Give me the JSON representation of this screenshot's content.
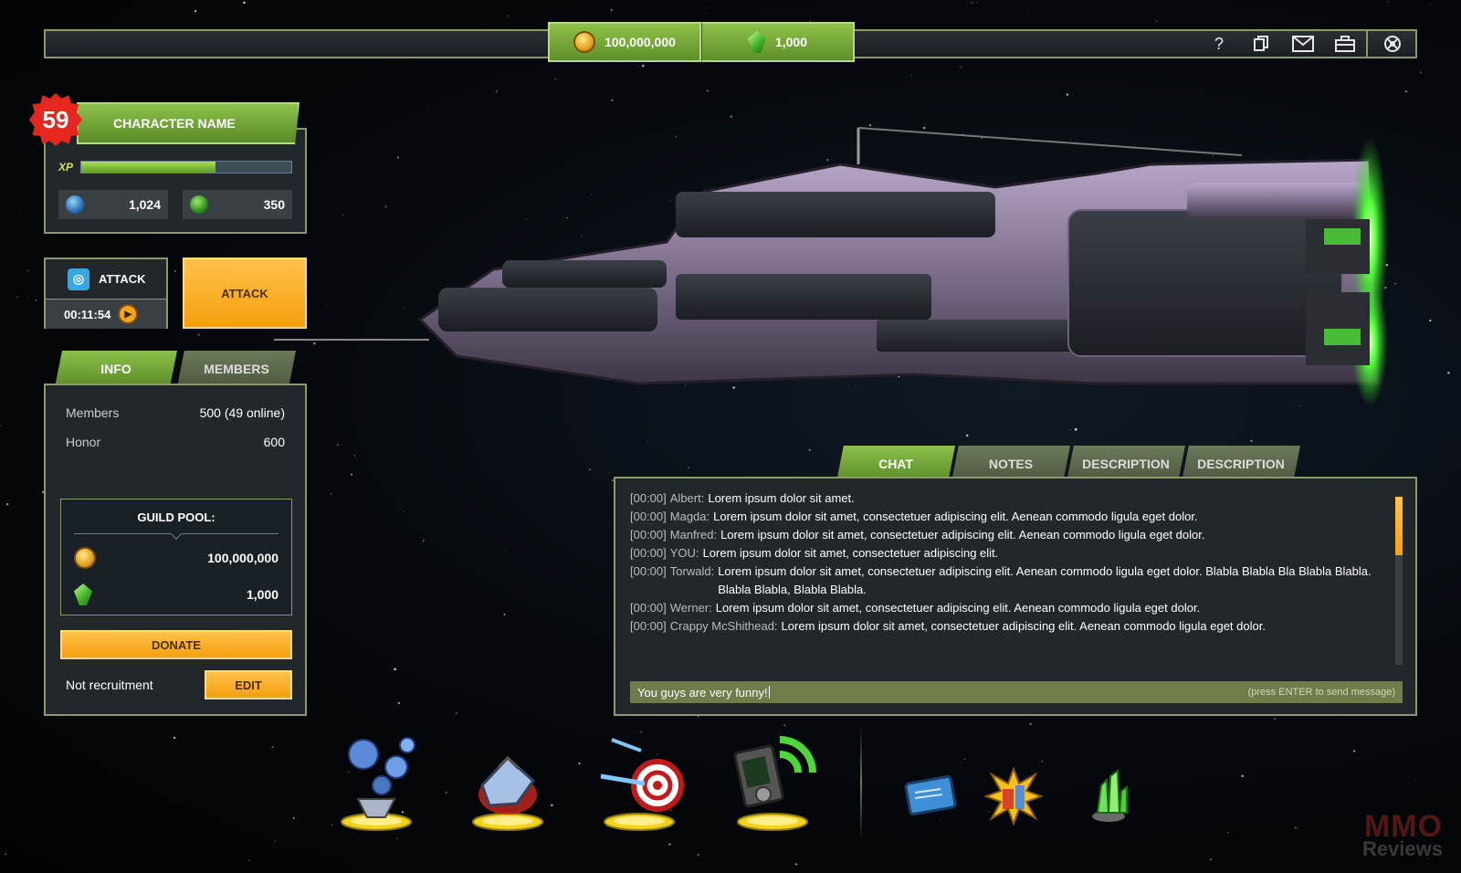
{
  "topbar": {
    "gold": "100,000,000",
    "crystals": "1,000",
    "icons": [
      "help-icon",
      "copy-icon",
      "mail-icon",
      "inventory-icon",
      "settings-icon"
    ],
    "help_glyph": "?"
  },
  "character": {
    "level": "59",
    "name": "CHARACTER NAME",
    "xp_label": "XP",
    "xp_fraction": 0.64,
    "blue_resource": "1,024",
    "green_resource": "350"
  },
  "attack": {
    "label": "ATTACK",
    "timer": "00:11:54",
    "button_label": "ATTACK"
  },
  "guild": {
    "tabs": [
      "INFO",
      "MEMBERS"
    ],
    "active_tab": "INFO",
    "rows": [
      {
        "key": "Members",
        "value": "500 (49 online)"
      },
      {
        "key": "Honor",
        "value": "600"
      }
    ],
    "pool_title": "GUILD POOL:",
    "pool_gold": "100,000,000",
    "pool_crystals": "1,000",
    "donate_label": "DONATE",
    "recruit_status": "Not recruitment",
    "edit_label": "EDIT"
  },
  "chat": {
    "tabs": [
      "CHAT",
      "NOTES",
      "DESCRIPTION",
      "DESCRIPTION"
    ],
    "active_tab": "CHAT",
    "messages": [
      {
        "time": "[00:00]",
        "user": "Albert:",
        "text": "Lorem ipsum dolor sit amet."
      },
      {
        "time": "[00:00]",
        "user": "Magda:",
        "text": "Lorem ipsum dolor sit amet, consectetuer adipiscing elit. Aenean commodo ligula eget dolor."
      },
      {
        "time": "[00:00]",
        "user": "Manfred:",
        "text": "Lorem ipsum dolor sit amet, consectetuer adipiscing elit. Aenean commodo ligula eget dolor."
      },
      {
        "time": "[00:00]",
        "user": "YOU:",
        "text": "Lorem ipsum dolor sit amet, consectetuer adipiscing elit."
      },
      {
        "time": "[00:00]",
        "user": "Torwald:",
        "text": "Lorem ipsum dolor sit amet, consectetuer adipiscing elit. Aenean commodo ligula eget dolor. Blabla Blabla Bla Blabla Blabla. Blabla Blabla, Blabla Blabla."
      },
      {
        "time": "[00:00]",
        "user": "Werner:",
        "text": "Lorem ipsum dolor sit amet, consectetuer adipiscing elit. Aenean commodo ligula eget dolor."
      },
      {
        "time": "[00:00]",
        "user": "Crappy McShithead:",
        "text": "Lorem ipsum dolor sit amet, consectetuer adipiscing elit. Aenean commodo ligula eget dolor."
      }
    ],
    "input_value": "You guys are very funny!",
    "input_hint": "(press ENTER to send message)"
  },
  "dock": {
    "items": [
      "galaxy-map-icon",
      "shields-icon",
      "target-missions-icon",
      "radar-console-icon"
    ],
    "small_items": [
      "tablet-icon",
      "explosion-boost-icon",
      "crystal-shop-icon"
    ]
  },
  "watermark": {
    "line1": "MMO",
    "line2": "Reviews"
  },
  "colors": {
    "accent_green": "#8cc14a",
    "accent_orange": "#f59f0e",
    "panel_bg": "#22272b",
    "border": "#8a9a6a"
  }
}
